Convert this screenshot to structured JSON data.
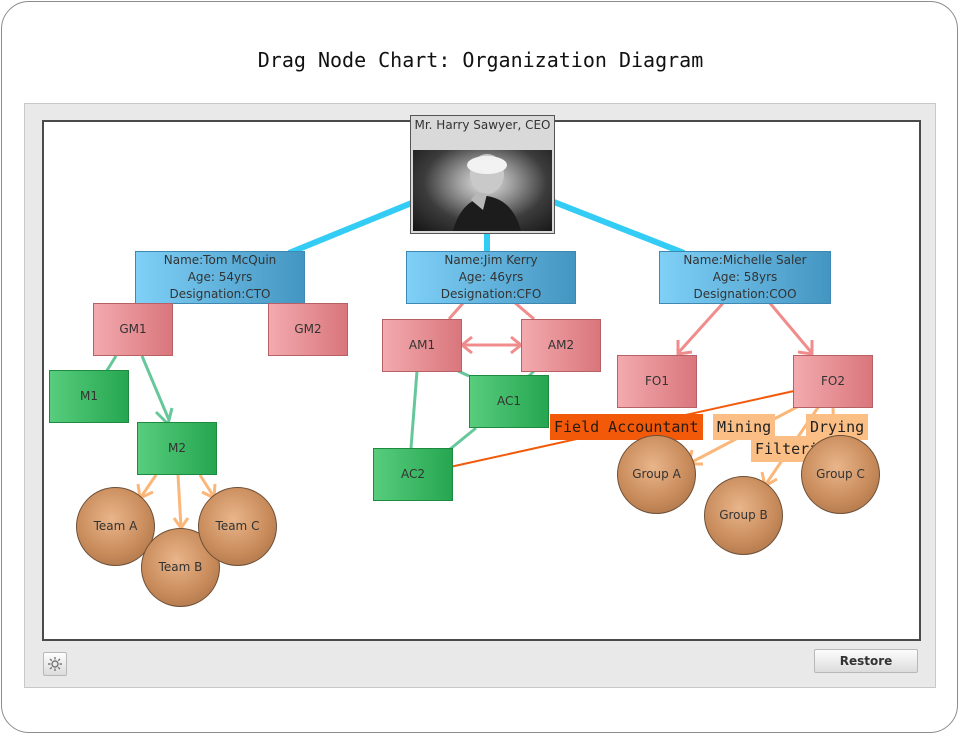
{
  "title": "Drag Node Chart: Organization Diagram",
  "toolbar": {
    "restore_label": "Restore",
    "settings_icon": "gear-icon"
  },
  "colors": {
    "link_blue": "#33ccf5",
    "link_green": "#66c89a",
    "link_pink": "#f08c8c",
    "link_peach": "#fbb679",
    "link_orange": "#f25a0a"
  },
  "ceo": {
    "label": "Mr. Harry Sawyer, CEO"
  },
  "executives": [
    {
      "id": "cto",
      "name": "Name:Tom McQuin",
      "age": "Age: 54yrs",
      "designation": "Designation:CTO"
    },
    {
      "id": "cfo",
      "name": "Name:Jim Kerry",
      "age": "Age: 46yrs",
      "designation": "Designation:CFO"
    },
    {
      "id": "coo",
      "name": "Name:Michelle Saler",
      "age": "Age: 58yrs",
      "designation": "Designation:COO"
    }
  ],
  "nodes": {
    "gm1": "GM1",
    "gm2": "GM2",
    "m1": "M1",
    "m2": "M2",
    "am1": "AM1",
    "am2": "AM2",
    "ac1": "AC1",
    "ac2": "AC2",
    "fo1": "FO1",
    "fo2": "FO2",
    "team_a": "Team A",
    "team_b": "Team B",
    "team_c": "Team C",
    "group_a": "Group A",
    "group_b": "Group B",
    "group_c": "Group C"
  },
  "link_labels": {
    "field_accountant": "Field Accountant",
    "mining": "Mining",
    "drying": "Drying",
    "filtering": "Filtering"
  }
}
